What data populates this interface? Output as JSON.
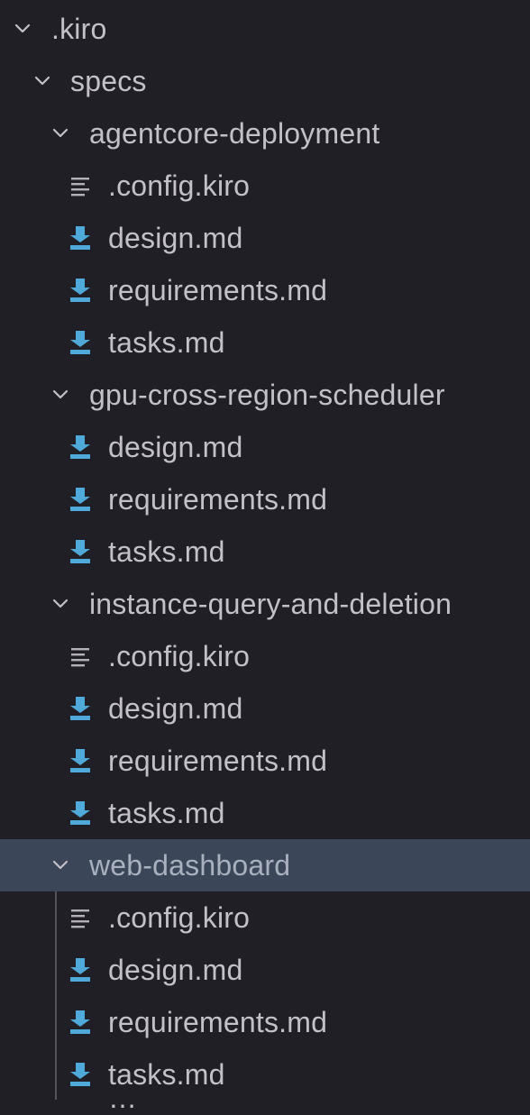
{
  "colors": {
    "background": "#211f26",
    "text": "#c3c0c8",
    "selected_background": "#3b4659",
    "markdown_icon": "#4fa9d9",
    "config_icon": "#b3b0b8"
  },
  "tree": [
    {
      "label": ".kiro",
      "kind": "folder",
      "depth": 0,
      "expanded": true,
      "selected": false,
      "icon": "chevron-down-icon"
    },
    {
      "label": "specs",
      "kind": "folder",
      "depth": 1,
      "expanded": true,
      "selected": false,
      "icon": "chevron-down-icon"
    },
    {
      "label": "agentcore-deployment",
      "kind": "folder",
      "depth": 2,
      "expanded": true,
      "selected": false,
      "icon": "chevron-down-icon"
    },
    {
      "label": ".config.kiro",
      "kind": "config",
      "depth": 3,
      "selected": false,
      "icon": "lines-file-icon"
    },
    {
      "label": "design.md",
      "kind": "markdown",
      "depth": 3,
      "selected": false,
      "icon": "markdown-arrow-icon"
    },
    {
      "label": "requirements.md",
      "kind": "markdown",
      "depth": 3,
      "selected": false,
      "icon": "markdown-arrow-icon"
    },
    {
      "label": "tasks.md",
      "kind": "markdown",
      "depth": 3,
      "selected": false,
      "icon": "markdown-arrow-icon"
    },
    {
      "label": "gpu-cross-region-scheduler",
      "kind": "folder",
      "depth": 2,
      "expanded": true,
      "selected": false,
      "icon": "chevron-down-icon"
    },
    {
      "label": "design.md",
      "kind": "markdown",
      "depth": 3,
      "selected": false,
      "icon": "markdown-arrow-icon"
    },
    {
      "label": "requirements.md",
      "kind": "markdown",
      "depth": 3,
      "selected": false,
      "icon": "markdown-arrow-icon"
    },
    {
      "label": "tasks.md",
      "kind": "markdown",
      "depth": 3,
      "selected": false,
      "icon": "markdown-arrow-icon"
    },
    {
      "label": "instance-query-and-deletion",
      "kind": "folder",
      "depth": 2,
      "expanded": true,
      "selected": false,
      "icon": "chevron-down-icon"
    },
    {
      "label": ".config.kiro",
      "kind": "config",
      "depth": 3,
      "selected": false,
      "icon": "lines-file-icon"
    },
    {
      "label": "design.md",
      "kind": "markdown",
      "depth": 3,
      "selected": false,
      "icon": "markdown-arrow-icon"
    },
    {
      "label": "requirements.md",
      "kind": "markdown",
      "depth": 3,
      "selected": false,
      "icon": "markdown-arrow-icon"
    },
    {
      "label": "tasks.md",
      "kind": "markdown",
      "depth": 3,
      "selected": false,
      "icon": "markdown-arrow-icon"
    },
    {
      "label": "web-dashboard",
      "kind": "folder",
      "depth": 2,
      "expanded": true,
      "selected": true,
      "icon": "chevron-down-icon"
    },
    {
      "label": ".config.kiro",
      "kind": "config",
      "depth": 3,
      "selected": false,
      "icon": "lines-file-icon"
    },
    {
      "label": "design.md",
      "kind": "markdown",
      "depth": 3,
      "selected": false,
      "icon": "markdown-arrow-icon"
    },
    {
      "label": "requirements.md",
      "kind": "markdown",
      "depth": 3,
      "selected": false,
      "icon": "markdown-arrow-icon"
    },
    {
      "label": "tasks.md",
      "kind": "markdown",
      "depth": 3,
      "selected": false,
      "icon": "markdown-arrow-icon"
    }
  ]
}
